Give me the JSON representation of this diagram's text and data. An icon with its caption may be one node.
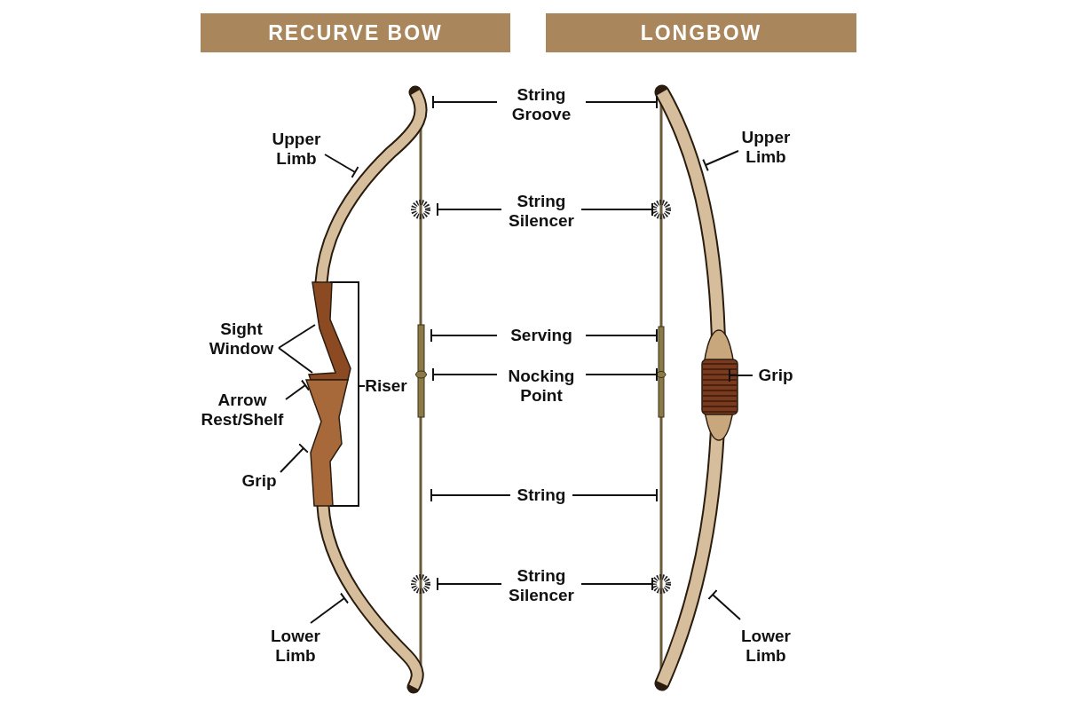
{
  "diagram": {
    "nodes": [
      {
        "text": [
          "RECURVE BOW"
        ]
      },
      {
        "text": [
          "LONGBOW"
        ]
      },
      {
        "text": [
          "String Groove"
        ]
      },
      {
        "text": [
          "Upper Limb"
        ]
      },
      {
        "text": [
          "Upper Limb"
        ]
      },
      {
        "text": [
          "String Silencer"
        ]
      },
      {
        "text": [
          "Sight Window"
        ]
      },
      {
        "text": [
          "Serving"
        ]
      },
      {
        "text": [
          "Grip"
        ]
      },
      {
        "text": [
          "Arrow Rest/Shelf"
        ]
      },
      {
        "text": [
          "Nocking Point"
        ]
      },
      {
        "text": [
          "Grip"
        ]
      },
      {
        "text": [
          "String"
        ]
      },
      {
        "text": [
          "String Silencer"
        ]
      },
      {
        "text": [
          "Lower Limb"
        ]
      },
      {
        "text": [
          "Lower Limb"
        ]
      },
      {
        "text": [],
        "shape": "picture"
      },
      {
        "text": [],
        "shape": "picture"
      }
    ],
    "edges": [
      {
        "from": 2,
        "to": 16,
        "arrow": "other"
      },
      {
        "from": 2,
        "to": 17,
        "arrow": "other"
      },
      {
        "from": 3,
        "to": 16,
        "arrow": "other"
      },
      {
        "from": 4,
        "to": 17,
        "arrow": "other"
      },
      {
        "from": 5,
        "to": 16,
        "arrow": "other"
      },
      {
        "from": 5,
        "to": 17,
        "arrow": "other"
      },
      {
        "from": 6,
        "to": 16,
        "arrow": "none"
      },
      {
        "from": 6,
        "to": 16,
        "arrow": "none"
      },
      {
        "from": 7,
        "to": 16,
        "arrow": "other"
      },
      {
        "from": 7,
        "to": 17,
        "arrow": "other"
      },
      {
        "from": 8,
        "to": 17,
        "arrow": "other"
      },
      {
        "from": 9,
        "to": 16,
        "arrow": "other"
      },
      {
        "from": 10,
        "to": 16,
        "arrow": "other"
      },
      {
        "from": 10,
        "to": 17,
        "arrow": "other"
      },
      {
        "from": 11,
        "to": 16,
        "arrow": "other"
      },
      {
        "from": 12,
        "to": 16,
        "arrow": "other"
      },
      {
        "from": 12,
        "to": 17,
        "arrow": "other"
      },
      {
        "from": 13,
        "to": 16,
        "arrow": "other"
      },
      {
        "from": 13,
        "to": 17,
        "arrow": "other"
      },
      {
        "from": 14,
        "to": 16,
        "arrow": "other"
      },
      {
        "from": 15,
        "to": 17,
        "arrow": "other"
      }
    ],
    "labels": [
      "Riser"
    ]
  }
}
